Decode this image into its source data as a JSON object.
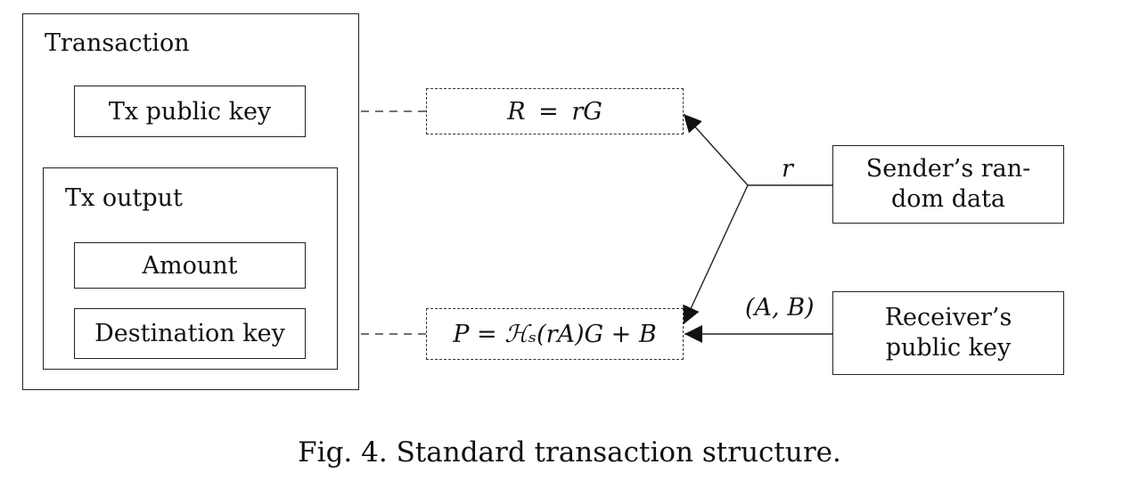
{
  "transaction": {
    "title": "Transaction",
    "tx_public_key": "Tx public key",
    "tx_output": {
      "title": "Tx output",
      "amount": "Amount",
      "destination_key": "Destination key"
    }
  },
  "formulas": {
    "R": "R = rG",
    "P": "P = ℋₛ(rA)G + B"
  },
  "edge_labels": {
    "r": "r",
    "AB": "(A, B)"
  },
  "inputs": {
    "sender": [
      "Sender’s ran-",
      "dom data"
    ],
    "receiver": [
      "Receiver’s",
      "public key"
    ]
  },
  "caption": "Fig. 4. Standard transaction structure."
}
